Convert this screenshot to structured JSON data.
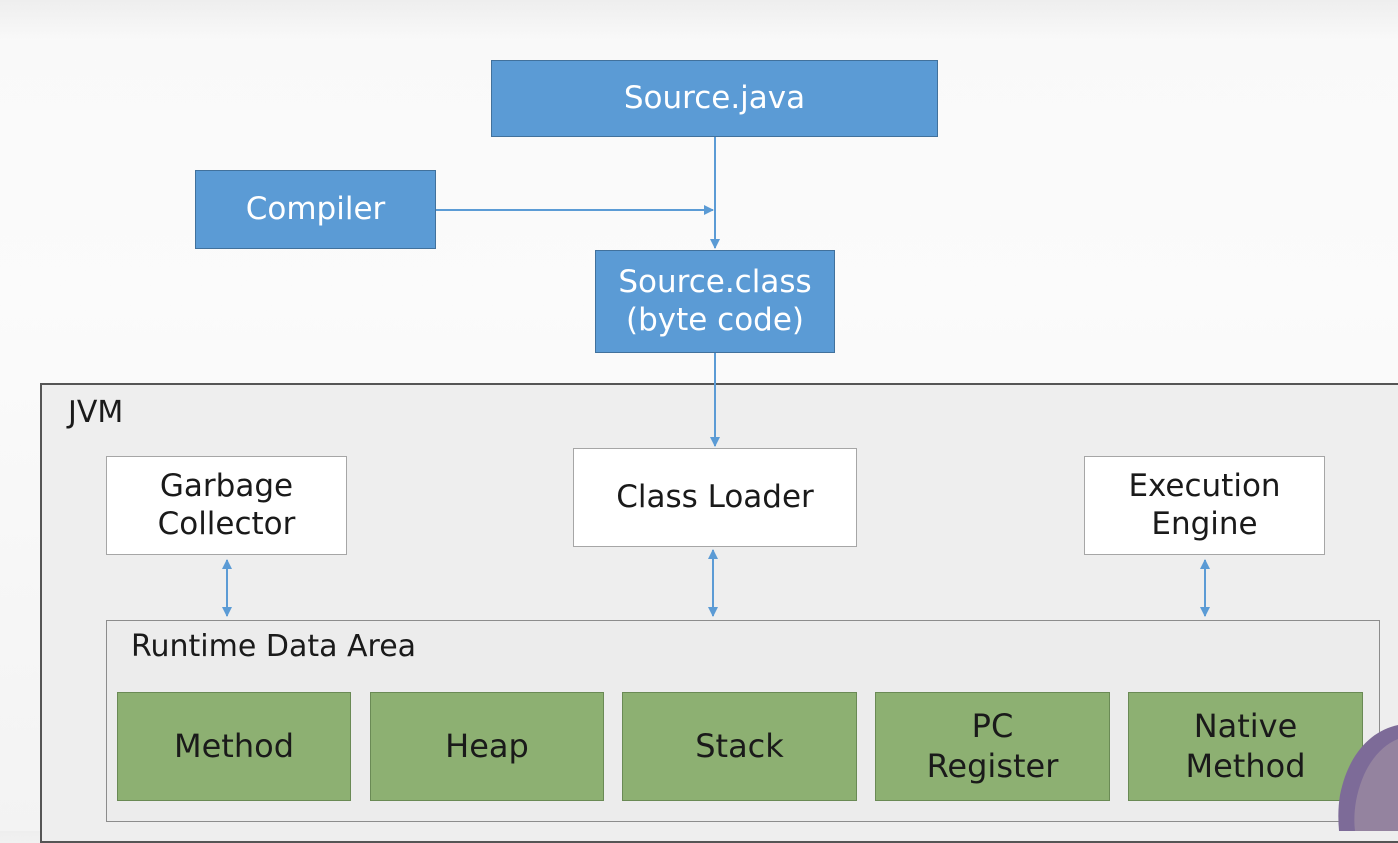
{
  "diagram": {
    "source_java": "Source.java",
    "compiler": "Compiler",
    "source_class": {
      "line1": "Source.class",
      "line2": "(byte code)"
    },
    "jvm": {
      "label": "JVM",
      "garbage_collector": {
        "line1": "Garbage",
        "line2": "Collector"
      },
      "class_loader": "Class Loader",
      "execution_engine": {
        "line1": "Execution",
        "line2": "Engine"
      },
      "runtime_data_area": {
        "label": "Runtime Data Area",
        "components": [
          {
            "line1": "Method"
          },
          {
            "line1": "Heap"
          },
          {
            "line1": "Stack"
          },
          {
            "line1": "PC",
            "line2": "Register"
          },
          {
            "line1": "Native",
            "line2": "Method"
          }
        ]
      }
    }
  },
  "colors": {
    "blue_box": "#5b9bd5",
    "green_box": "#8db072",
    "arrow": "#5b9bd5"
  }
}
